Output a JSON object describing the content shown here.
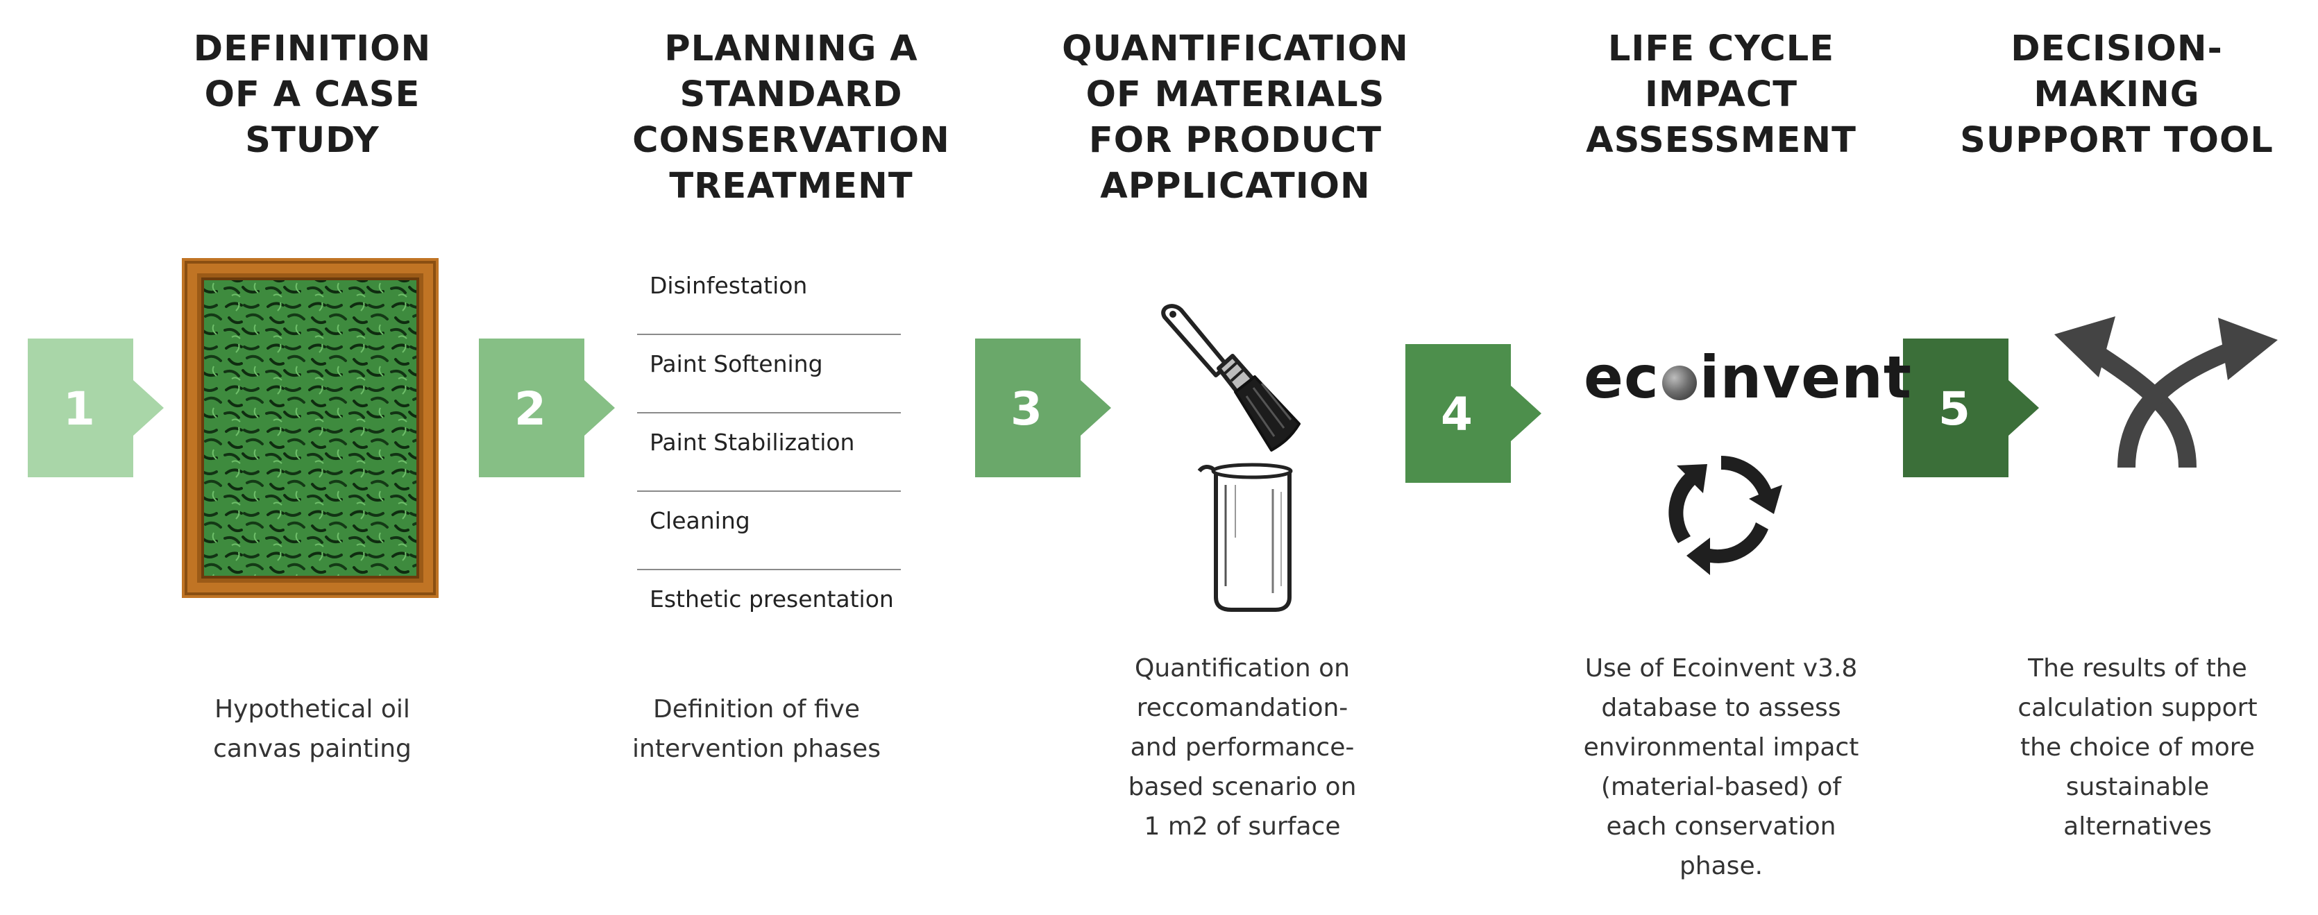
{
  "steps": [
    {
      "number": "1",
      "heading": "DEFINITION\nOF A CASE\nSTUDY",
      "description": "Hypothetical oil\ncanvas painting",
      "color": "#a9d6a8"
    },
    {
      "number": "2",
      "heading": "PLANNING  A\nSTANDARD\nCONSERVATION\nTREATMENT",
      "description": "Definition of five\nintervention phases",
      "color": "#86bf85",
      "phases": [
        "Disinfestation",
        "Paint Softening",
        "Paint Stabilization",
        "Cleaning",
        "Esthetic presentation"
      ]
    },
    {
      "number": "3",
      "heading": "QUANTIFICATION\nOF MATERIALS\nFOR PRODUCT\nAPPLICATION",
      "description": "Quantification on\nreccomandation-\nand performance-\nbased scenario on\n1 m2 of surface",
      "color": "#6aa86a"
    },
    {
      "number": "4",
      "heading": "LIFE CYCLE\nIMPACT\nASSESSMENT",
      "description": "Use of Ecoinvent v3.8\ndatabase to assess\nenvironmental impact\n(material-based) of\neach conservation\nphase.",
      "color": "#4d8f4c",
      "logo_text_before": "ec",
      "logo_text_after": "invent"
    },
    {
      "number": "5",
      "heading": "DECISION-\nMAKING\nSUPPORT TOOL",
      "description": "The results of the\ncalculation support\nthe choice of more\nsustainable\nalternatives",
      "color": "#3b6f39"
    }
  ],
  "icons": {
    "painting": "framed-painting-icon",
    "brush": "paintbrush-icon",
    "beaker": "beaker-icon",
    "recycle": "recycle-arrows-icon",
    "decision": "crossing-arrows-icon"
  }
}
